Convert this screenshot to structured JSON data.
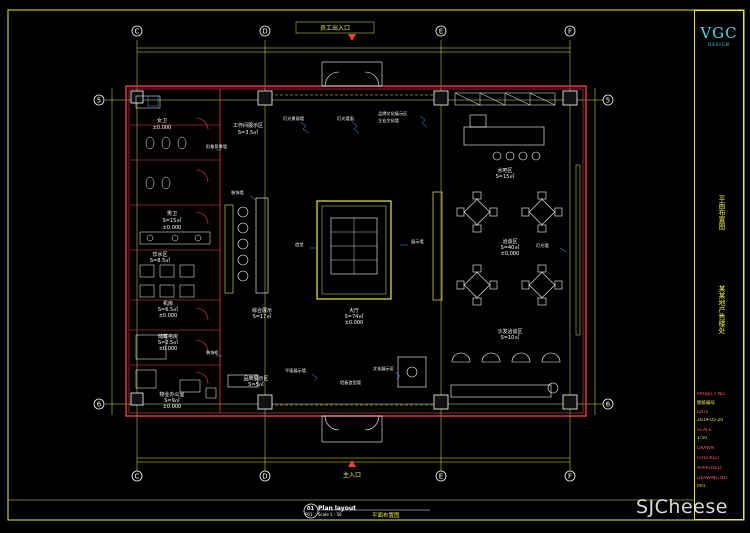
{
  "grid": {
    "columns": [
      "C",
      "D",
      "E",
      "F"
    ],
    "rows": [
      "5",
      "6"
    ]
  },
  "entrances": {
    "top": "员工出入口",
    "bottom": "主入口"
  },
  "rooms": [
    {
      "name": "工作间展示区",
      "area": "S=3.5㎡"
    },
    {
      "name": "女卫",
      "level": "±0.000"
    },
    {
      "name": "男卫",
      "area": "S=15㎡",
      "level": "±0.000"
    },
    {
      "name": "机房",
      "area": "S=6.5㎡",
      "level": "±0.000"
    },
    {
      "name": "储藏电房",
      "area": "S=2.5㎡",
      "level": "±0.000"
    },
    {
      "name": "物业办公室",
      "area": "S=9㎡",
      "level": "±0.000"
    },
    {
      "name": "饮水区",
      "area": "S=8.5㎡"
    },
    {
      "name": "综合展示",
      "area": "S=17㎡"
    },
    {
      "name": "大厅",
      "area": "S=74㎡",
      "level": "±0.000"
    },
    {
      "name": "品牌展示区",
      "area": "S=5㎡"
    },
    {
      "name": "水吧区",
      "area": "S=15㎡"
    },
    {
      "name": "洽谈区",
      "area": "S=40㎡",
      "level": "±0.000"
    },
    {
      "name": "沙发洽谈区",
      "area": "S=10㎡"
    }
  ],
  "notes": [
    "灯光景观墙",
    "品牌文化展示区",
    "灯光墙面",
    "平面展示墙",
    "企业文化墙",
    "铝板造型墙",
    "造型",
    "展示墙",
    "装饰墙",
    "文化展示区",
    "灯光墙",
    "形象背景墙",
    "装饰柜"
  ],
  "title_block": {
    "logo": "VGC",
    "logo_sub": "DESIGN",
    "project_title_1": "平面布置图",
    "project_title_2": "某某地产售楼处",
    "cells": [
      "PROJECT NO.",
      "图纸编号",
      "DATE",
      "2019-05-20",
      "SCALE",
      "1:50",
      "DRAWN",
      "CHECKED",
      "APPROVED",
      "DRAWING NO.",
      "P01"
    ]
  },
  "footer": {
    "number": "01",
    "code": "P01",
    "title": "Plan layout",
    "scale": "Scale 1 : 50",
    "chinese_title": "平面布置图"
  },
  "watermark": "SJCheese",
  "colors": {
    "wall": "#e8404a",
    "grid": "#e8e84a",
    "furniture": "#ffffff",
    "annotation": "#4aa8ff",
    "text_cyan": "#5ad0e8"
  }
}
